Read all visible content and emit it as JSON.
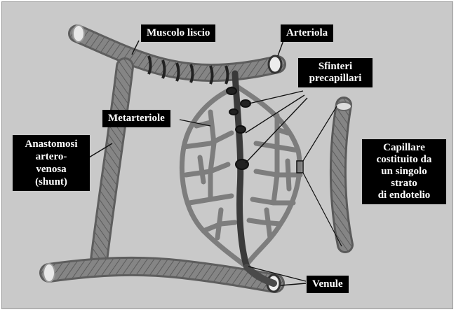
{
  "labels": {
    "muscolo_liscio": "Muscolo liscio",
    "arteriola": "Arteriola",
    "sfinteri": "Sfinteri\nprecapillari",
    "metarteriole": "Metarteriole",
    "anastomosi": "Anastomosi\nartero-\nvenosa\n(shunt)",
    "capillare": "Capillare\ncostituito da\nun singolo\nstrato\ndi endotelio",
    "venule": "Venule"
  },
  "colors": {
    "background": "#c9c9c9",
    "vessel": "#7d7d7d",
    "vessel_dark": "#3a3a3a",
    "label_bg": "#000000",
    "label_text": "#ffffff"
  }
}
